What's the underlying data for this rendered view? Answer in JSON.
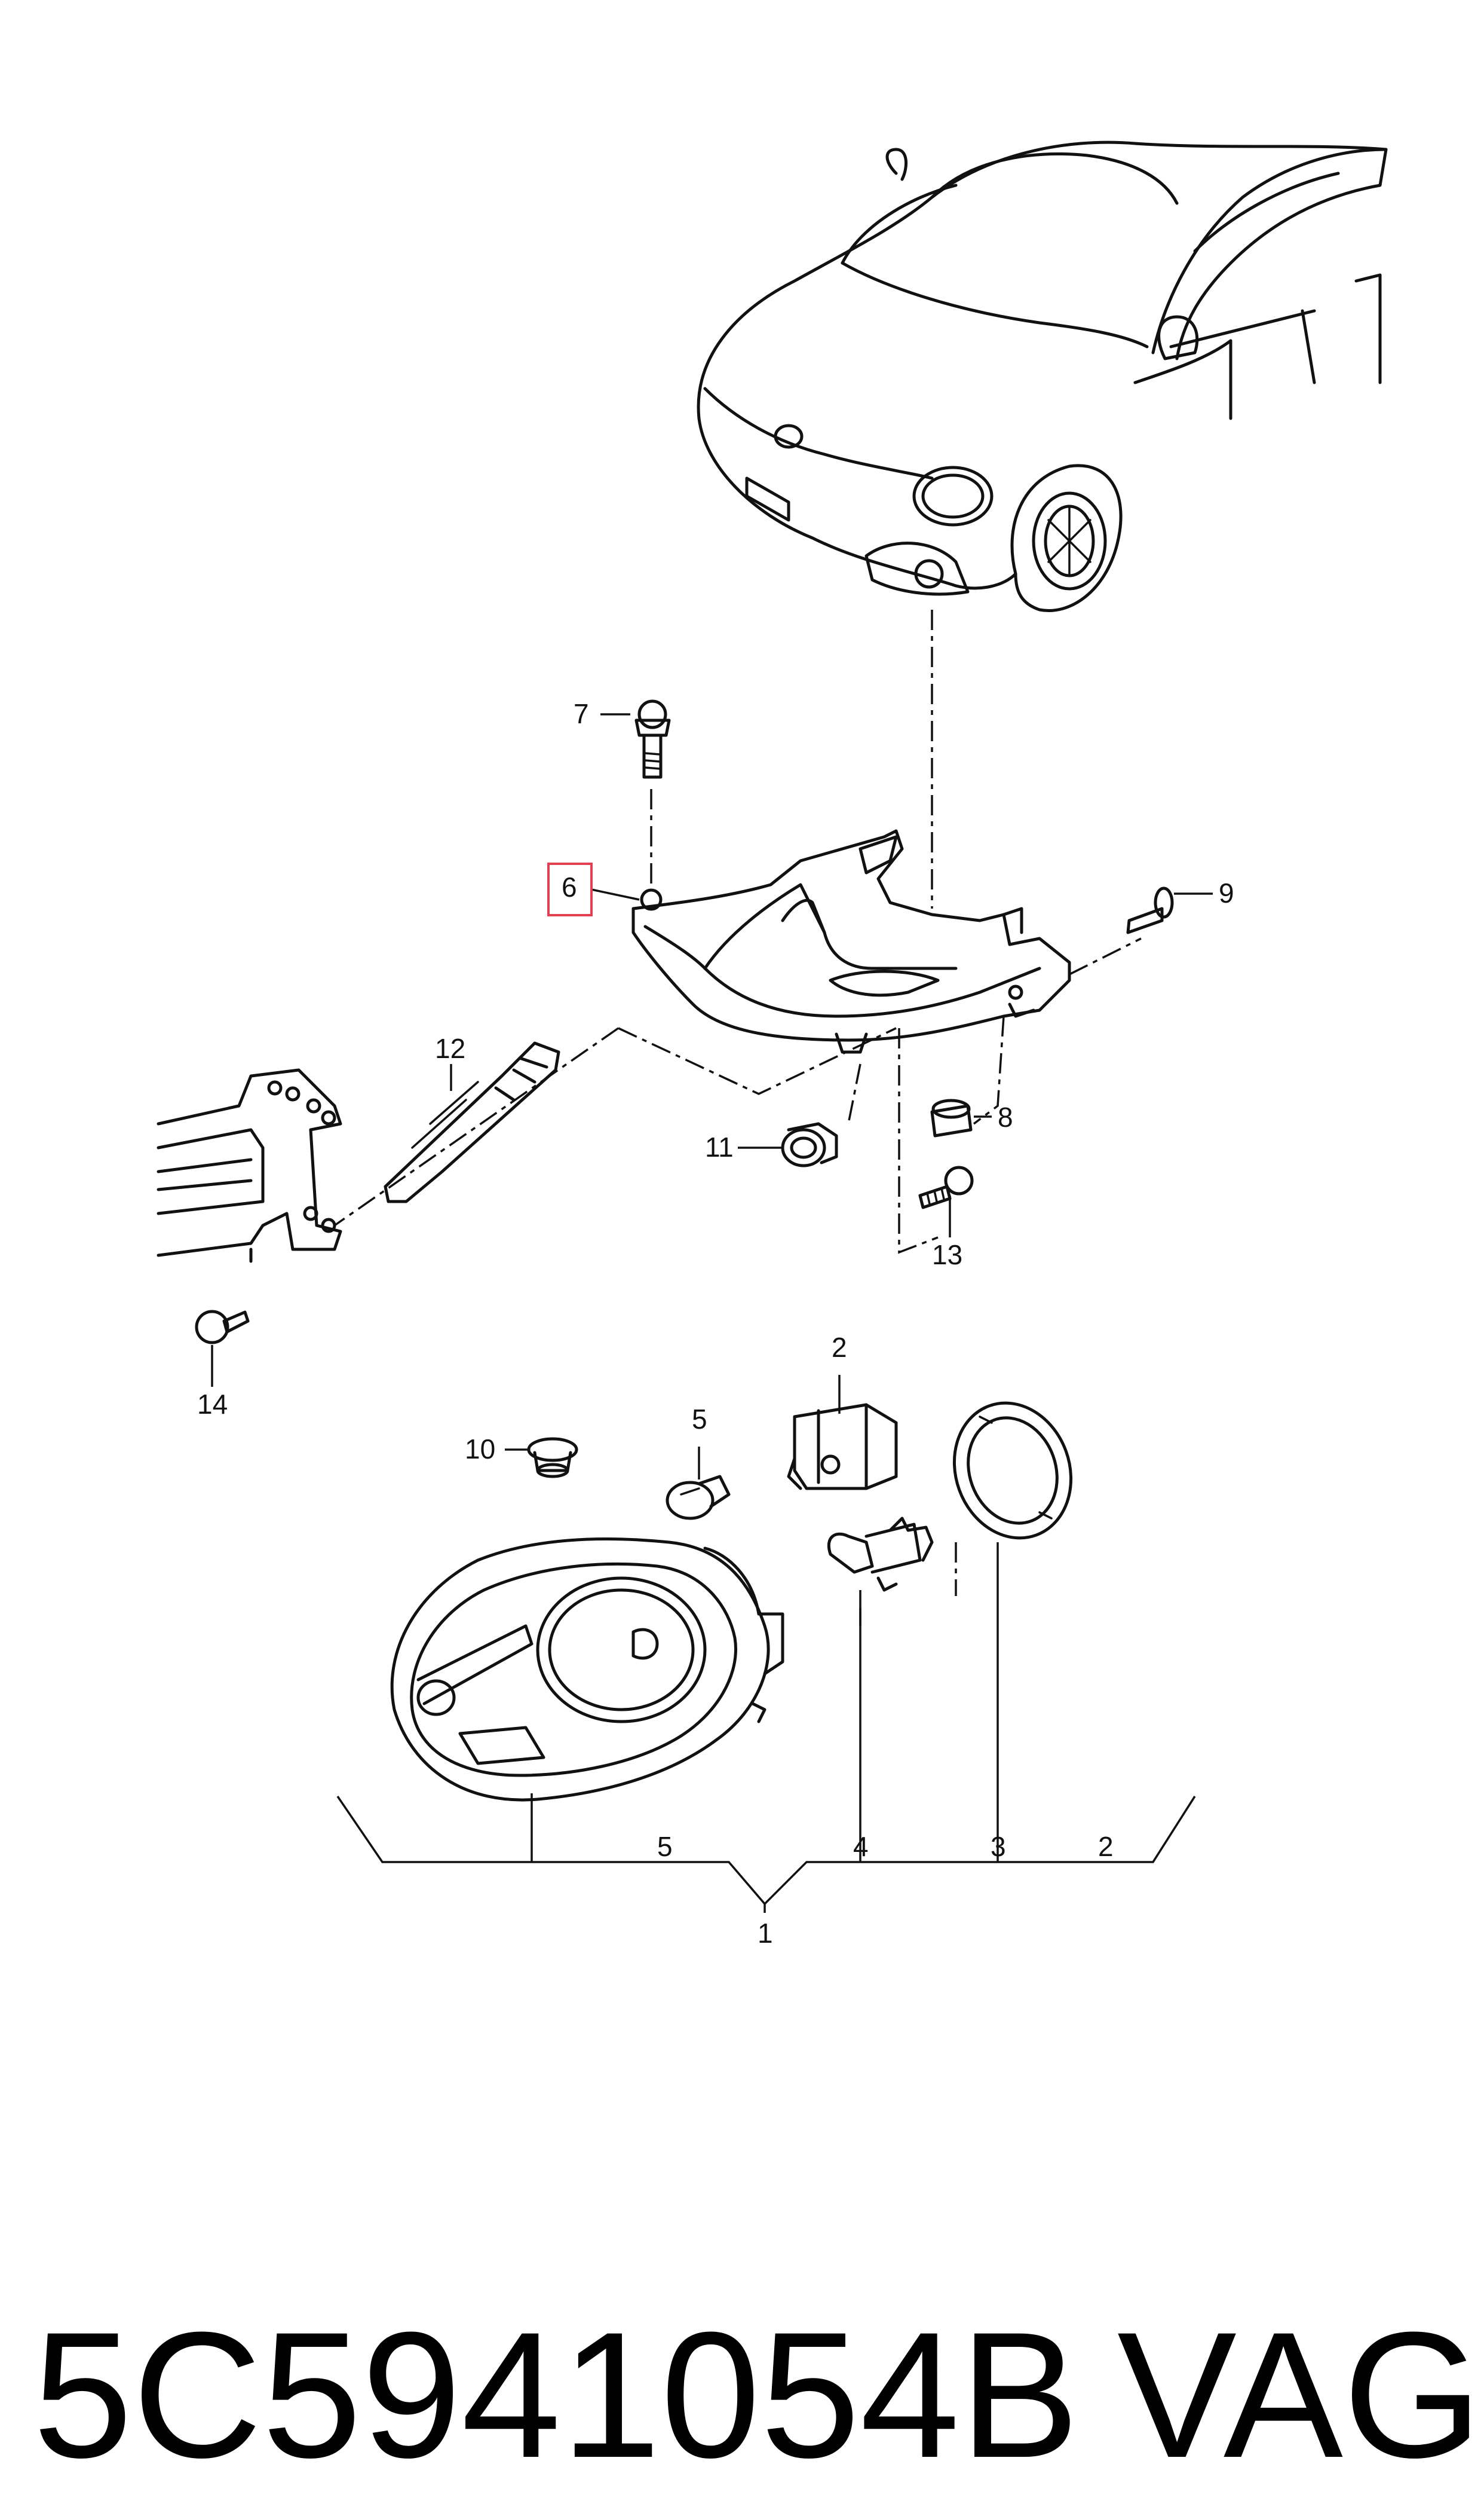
{
  "callouts": {
    "c1": "1",
    "c2_top": "2",
    "c2_bottom": "2",
    "c3": "3",
    "c4": "4",
    "c5_top": "5",
    "c5_bottom": "5",
    "c6": "6",
    "c7": "7",
    "c8": "8",
    "c9": "9",
    "c10": "10",
    "c11": "11",
    "c12": "12",
    "c13": "13",
    "c14": "14"
  },
  "highlight_color": "#e0404f",
  "footer": {
    "part_number": "5C5941054B",
    "brand": "VAG"
  }
}
